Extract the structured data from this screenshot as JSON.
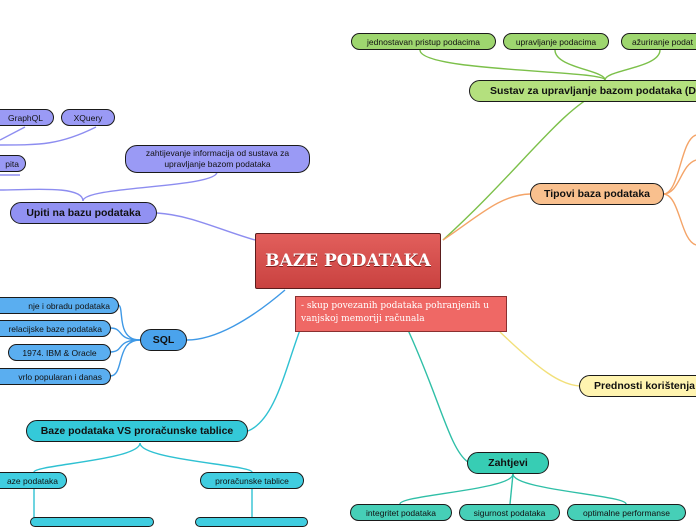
{
  "central": {
    "title": "BAZE PODATAKA",
    "definition": "- skup povezanih podataka pohranjenih u vanjskoj memoriji računala"
  },
  "branches": {
    "dbms": {
      "title": "Sustav za upravljanje bazom podataka (D",
      "color": "#b4e07e",
      "items": [
        "jednostavan pristup podacima",
        "upravljanje podacima",
        "ažuriranje podat"
      ]
    },
    "types": {
      "title": "Tipovi baza podataka",
      "color": "#f9c08e"
    },
    "advantages": {
      "title": "Prednosti korištenja",
      "color": "#fff4b0"
    },
    "requirements": {
      "title": "Zahtjevi",
      "color": "#37cdb4",
      "items": [
        "integritet podataka",
        "sigurnost podataka",
        "optimalne performanse"
      ]
    },
    "queries": {
      "title": "Upiti na bazu podataka",
      "color": "#9191f2",
      "items": [
        "GraphQL",
        "XQuery",
        "pita",
        "zahtijevanje informacija od sustava za upravljanje bazom podataka"
      ]
    },
    "sql": {
      "title": "SQL",
      "color": "#4aa3ec",
      "items": [
        "nje i obradu podataka",
        "relacijske baze podataka",
        "1974. IBM & Oracle",
        "vrlo popularan i danas"
      ]
    },
    "compare": {
      "title": "Baze podataka VS proračunske tablice",
      "color": "#34c9d9",
      "items": [
        "aze podataka",
        "proračunske tablice"
      ]
    }
  }
}
